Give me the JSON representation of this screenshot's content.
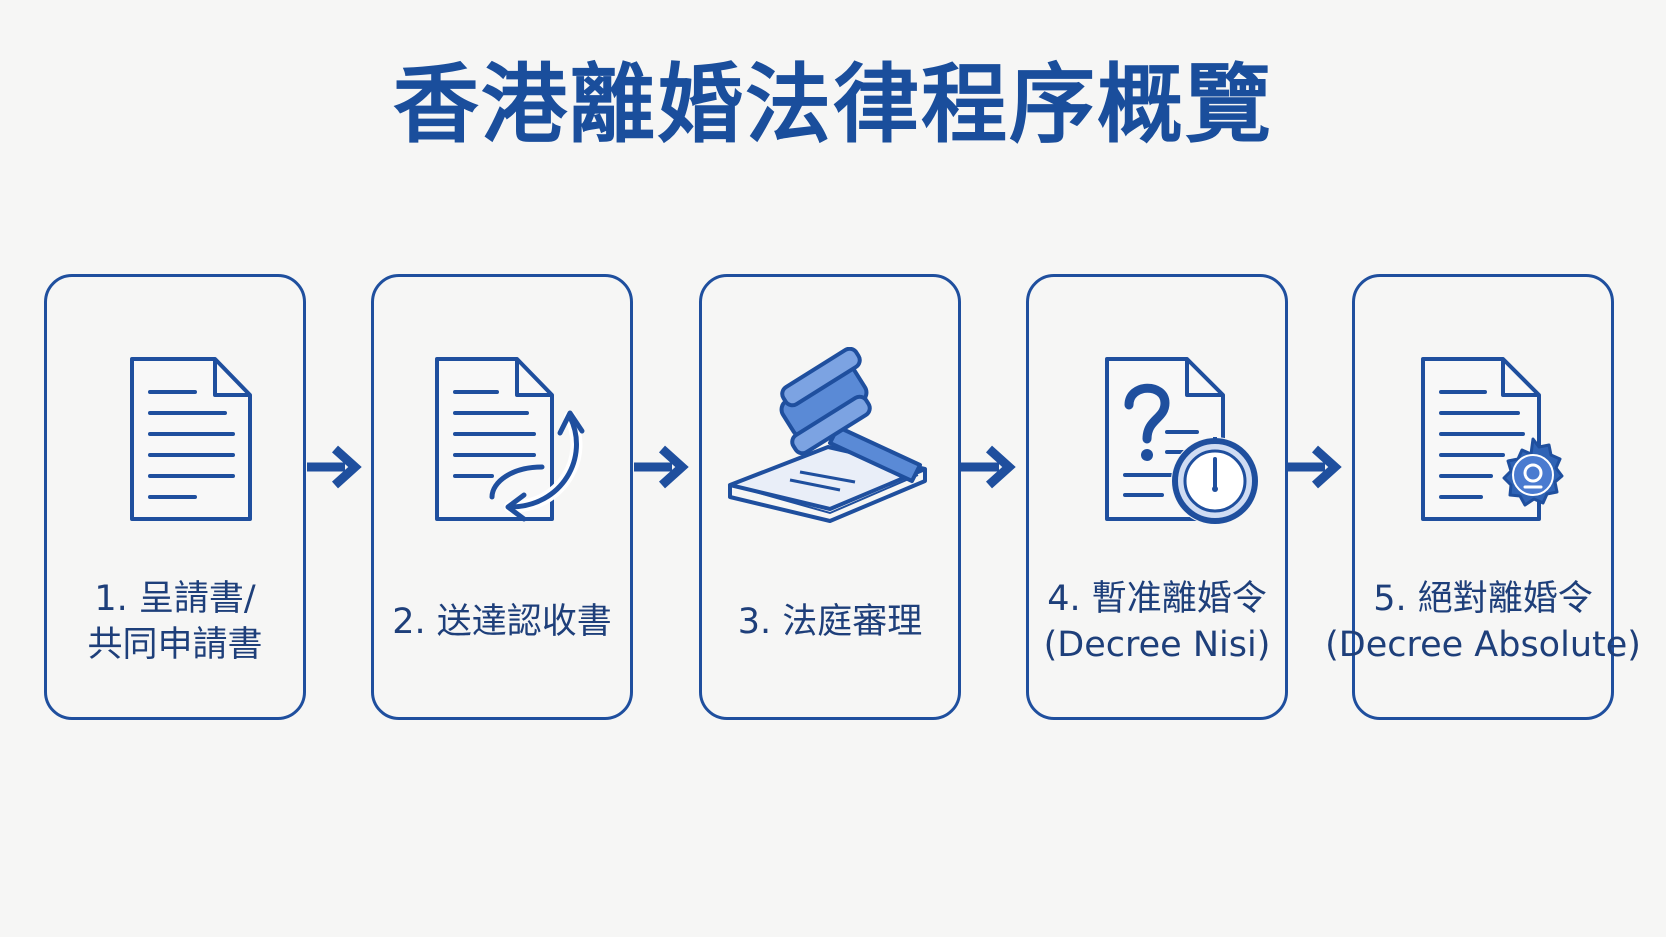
{
  "title": "香港離婚法律程序概覽",
  "colors": {
    "primary": "#1a4e9c",
    "border": "#1f4f9e",
    "text": "#1e3f7a",
    "icon_fill": "#5a8ad6",
    "background": "#f6f6f5"
  },
  "steps": [
    {
      "icon": "document-icon",
      "label_line1": "1. 呈請書/",
      "label_line2": "共同申請書"
    },
    {
      "icon": "document-exchange-icon",
      "label_line1": "2. 送達認收書",
      "label_line2": ""
    },
    {
      "icon": "gavel-book-icon",
      "label_line1": "3. 法庭審理",
      "label_line2": ""
    },
    {
      "icon": "document-question-clock-icon",
      "label_line1": "4. 暫准離婚令",
      "label_line2": "(Decree Nisi)"
    },
    {
      "icon": "document-seal-icon",
      "label_line1": "5. 絕對離婚令",
      "label_line2": "(Decree Absolute)"
    }
  ]
}
